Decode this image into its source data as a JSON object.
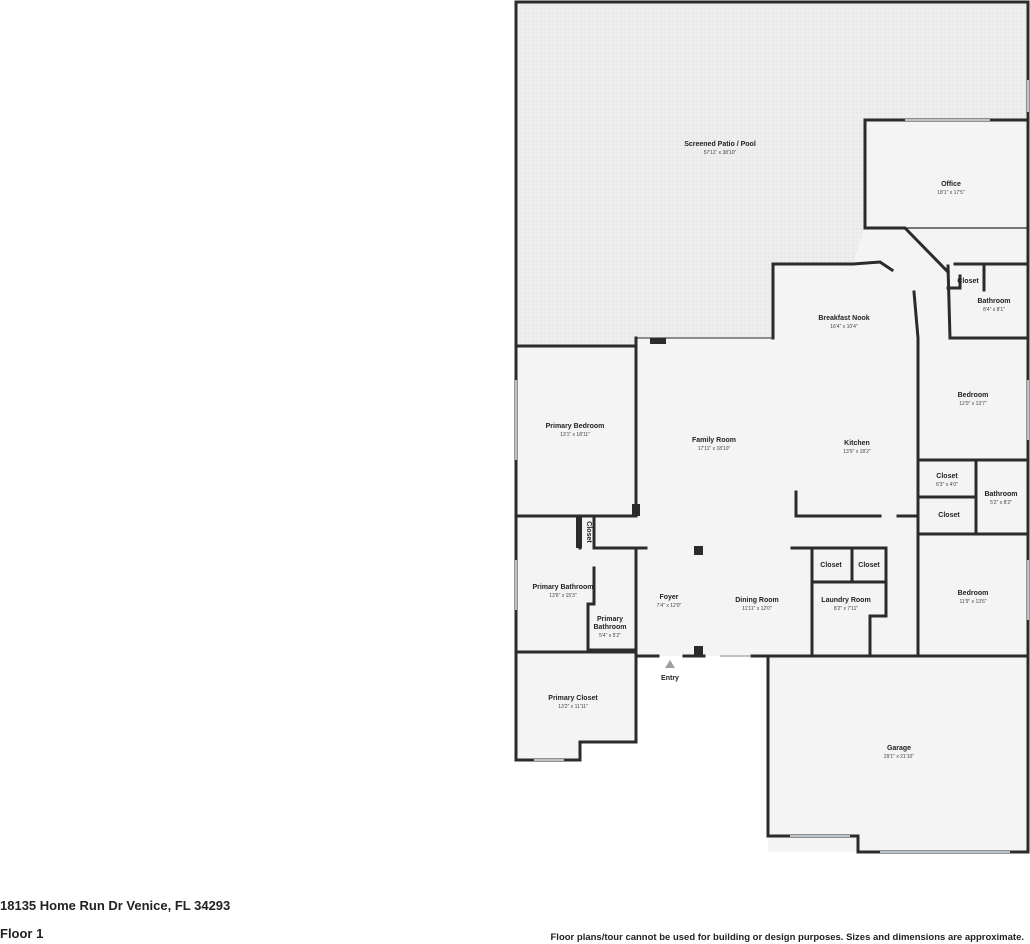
{
  "rooms": {
    "patio": {
      "name": "Screened Patio / Pool",
      "dim": "57'11\" x 38'10\""
    },
    "office": {
      "name": "Office",
      "dim": "18'1\" x 17'5\""
    },
    "closet_office": {
      "name": "Closet"
    },
    "bathroom_1": {
      "name": "Bathroom",
      "dim": "8'4\" x 8'1\""
    },
    "nook": {
      "name": "Breakfast Nook",
      "dim": "16'4\" x 10'4\""
    },
    "bedroom_1": {
      "name": "Bedroom",
      "dim": "12'0\" x 13'7\""
    },
    "primary_bedroom": {
      "name": "Primary Bedroom",
      "dim": "13'1\" x 18'11\""
    },
    "family_room": {
      "name": "Family Room",
      "dim": "17'11\" x 18'10\""
    },
    "kitchen": {
      "name": "Kitchen",
      "dim": "13'9\" x 18'2\""
    },
    "closet_2": {
      "name": "Closet",
      "dim": "6'3\" x 4'0\""
    },
    "bathroom_2": {
      "name": "Bathroom",
      "dim": "5'2\" x 8'2\""
    },
    "closet_3": {
      "name": "Closet"
    },
    "closet_vertical": {
      "name": "Closet"
    },
    "closet_a": {
      "name": "Closet"
    },
    "closet_b": {
      "name": "Closet"
    },
    "primary_bathroom": {
      "name": "Primary Bathroom",
      "dim": "13'6\" x 15'3\""
    },
    "primary_bathroom_small": {
      "name_line1": "Primary",
      "name_line2": "Bathroom",
      "dim": "5'4\" x 5'2\""
    },
    "foyer": {
      "name": "Foyer",
      "dim": "7'4\" x 12'0\""
    },
    "dining": {
      "name": "Dining Room",
      "dim": "11'11\" x 12'0\""
    },
    "laundry": {
      "name": "Laundry Room",
      "dim": "8'2\" x 7'11\""
    },
    "bedroom_2": {
      "name": "Bedroom",
      "dim": "11'9\" x 13'6\""
    },
    "primary_closet": {
      "name": "Primary Closet",
      "dim": "13'2\" x 11'11\""
    },
    "garage": {
      "name": "Garage",
      "dim": "29'1\" x 21'10\""
    }
  },
  "entry_label": "Entry",
  "footer": {
    "address": "18135 Home Run Dr Venice, FL 34293",
    "floor": "Floor 1",
    "disclaimer": "Floor plans/tour cannot be used for building or design purposes. Sizes and dimensions are approximate."
  },
  "colors": {
    "wall": "#2b2b2b",
    "floor_fill": "#f4f4f4",
    "patio_fill": "#ececec",
    "window": "#cfd8dc"
  }
}
